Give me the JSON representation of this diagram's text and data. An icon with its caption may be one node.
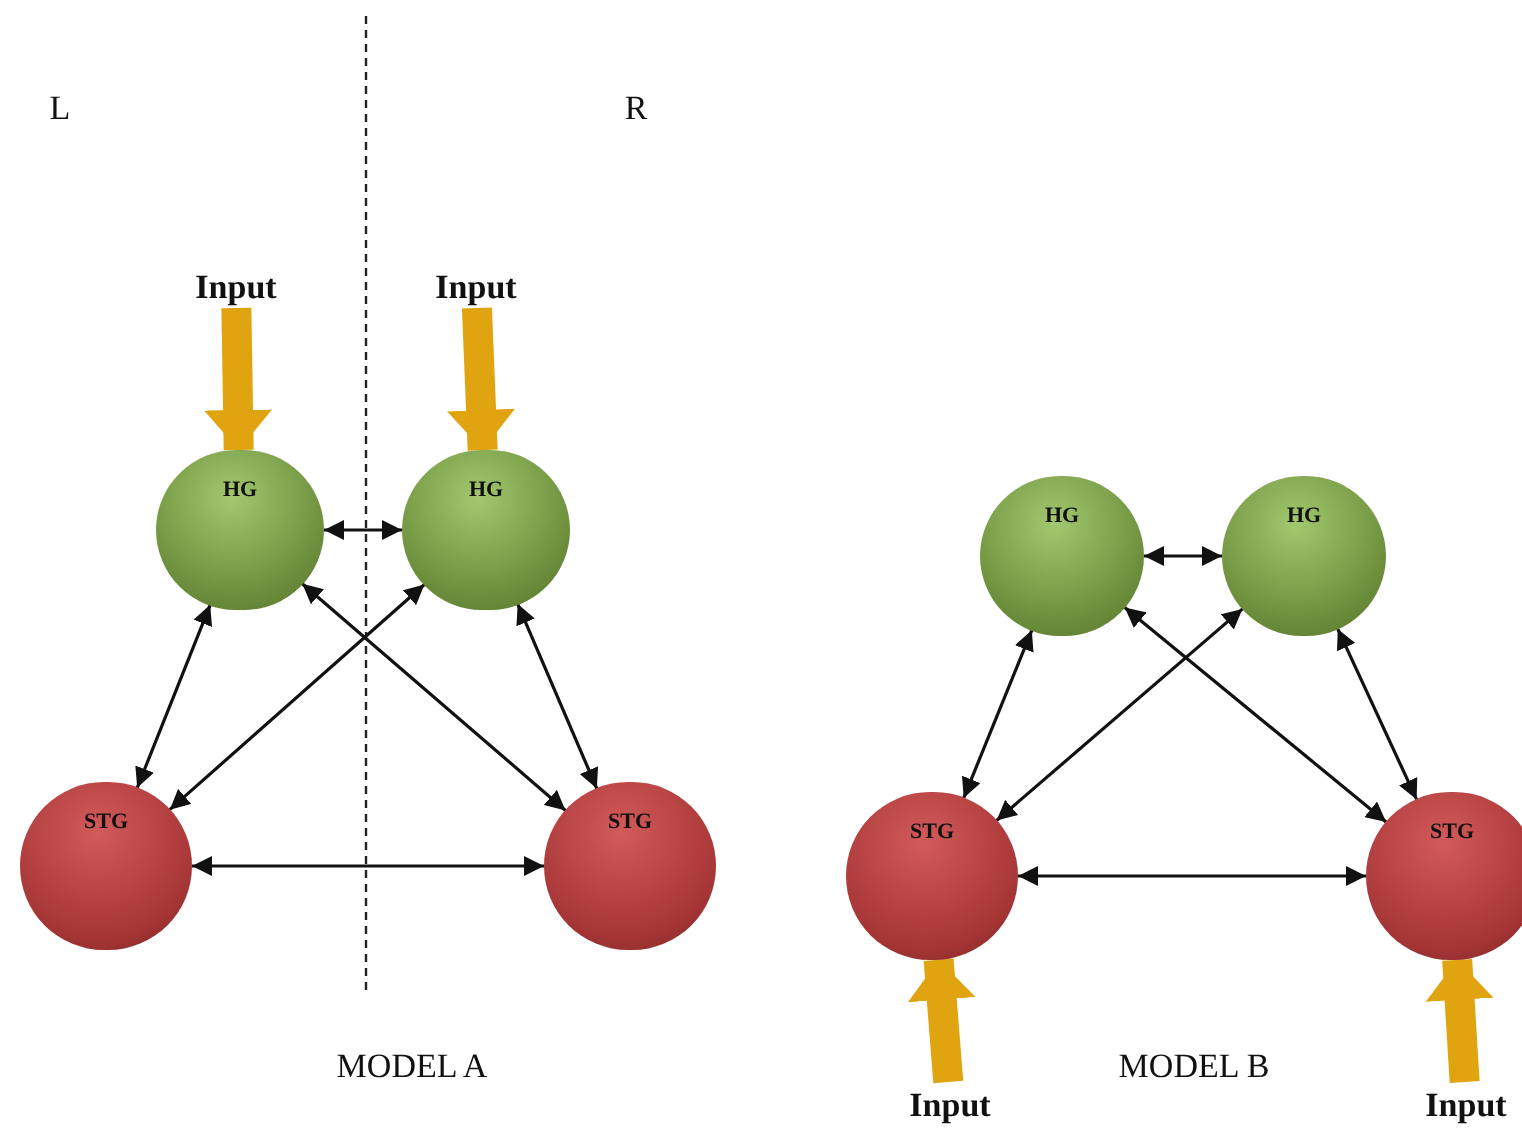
{
  "diagram": {
    "nodes": [
      {
        "text": [
          "Input"
        ]
      },
      {
        "text": [
          "Input"
        ]
      },
      {
        "text": [
          "HG"
        ]
      },
      {
        "text": [
          "HG"
        ]
      },
      {
        "text": [
          "STG"
        ]
      },
      {
        "text": [
          "STG"
        ]
      },
      {
        "text": [
          "HG"
        ]
      },
      {
        "text": [
          "HG"
        ]
      },
      {
        "text": [
          "STG"
        ]
      },
      {
        "text": [
          "STG"
        ]
      },
      {
        "text": [
          "Input"
        ]
      },
      {
        "text": [
          "Input"
        ]
      }
    ],
    "edges": [
      {
        "from": 0,
        "to": 2,
        "arrow": "to",
        "style": "thick",
        "color": "#e0a410"
      },
      {
        "from": 1,
        "to": 3,
        "arrow": "to",
        "style": "thick",
        "color": "#e0a410"
      },
      {
        "from": 2,
        "to": 3,
        "arrow": "both"
      },
      {
        "from": 2,
        "to": 4,
        "arrow": "both"
      },
      {
        "from": 2,
        "to": 5,
        "arrow": "both"
      },
      {
        "from": 3,
        "to": 4,
        "arrow": "both"
      },
      {
        "from": 3,
        "to": 5,
        "arrow": "both"
      },
      {
        "from": 4,
        "to": 5,
        "arrow": "both"
      },
      {
        "from": 6,
        "to": 7,
        "arrow": "both"
      },
      {
        "from": 6,
        "to": 8,
        "arrow": "both"
      },
      {
        "from": 6,
        "to": 9,
        "arrow": "both"
      },
      {
        "from": 7,
        "to": 8,
        "arrow": "both"
      },
      {
        "from": 7,
        "to": 9,
        "arrow": "both"
      },
      {
        "from": 8,
        "to": 9,
        "arrow": "both"
      },
      {
        "from": 10,
        "to": 8,
        "arrow": "to",
        "style": "thick",
        "color": "#e0a410"
      },
      {
        "from": 11,
        "to": 9,
        "arrow": "to",
        "style": "thick",
        "color": "#e0a410"
      }
    ],
    "labels": [
      "L",
      "R",
      "MODEL A",
      "MODEL B"
    ]
  }
}
